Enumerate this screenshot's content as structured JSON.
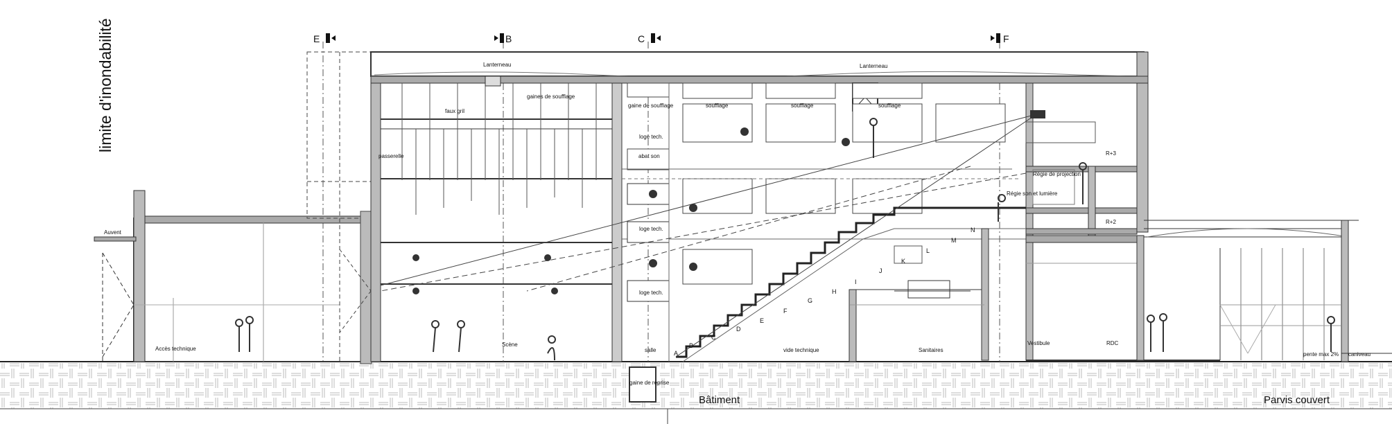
{
  "title_vertical": "limite d'inondabilité",
  "section_markers": {
    "E": "E",
    "B": "B",
    "C": "C",
    "F": "F"
  },
  "labels": {
    "lanterneau_left": "Lanterneau",
    "lanterneau_right": "Lanterneau",
    "gaines_de_soufflage": "gaines de soufflage",
    "faux_gril": "faux gril",
    "passerelle": "passerelle",
    "gaine_de_soufflage": "gaine de soufflage",
    "soufflage_1": "soufflage",
    "soufflage_2": "soufflage",
    "soufflage_3": "soufflage",
    "loge_tech_1": "loge tech.",
    "abat_son": "abat son",
    "loge_tech_2": "loge tech.",
    "loge_tech_3": "loge tech.",
    "regie_projection": "Régie de projection",
    "regie_son_lumiere": "Régie son et lumière",
    "r3": "R+3",
    "r2": "R+2",
    "auvent": "Auvent",
    "acces_technique": "Accès technique",
    "scene": "Scène",
    "salle": "salle",
    "vide_technique": "vide technique",
    "sanitaires": "Sanitaires",
    "vestibule": "Vestibule",
    "rdc": "RDC",
    "pente": "pente max 2%",
    "caniveau": "caniveau",
    "gaine_de_reprise": "gaine de reprise",
    "batiment": "Bâtiment",
    "parvis_couvert": "Parvis couvert"
  },
  "seat_rows": [
    "A",
    "B",
    "C",
    "D",
    "E",
    "F",
    "G",
    "H",
    "I",
    "J",
    "K",
    "L",
    "M",
    "N"
  ]
}
